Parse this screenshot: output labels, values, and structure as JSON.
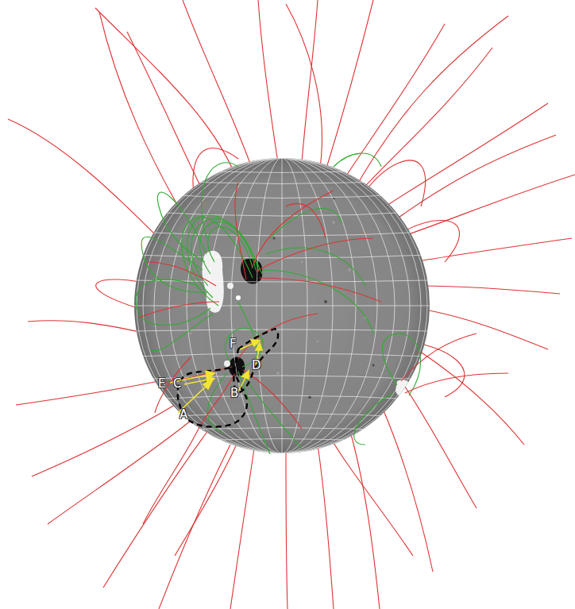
{
  "diagram": {
    "labels": [
      "F",
      "D",
      "E",
      "C",
      "B",
      "A"
    ]
  }
}
